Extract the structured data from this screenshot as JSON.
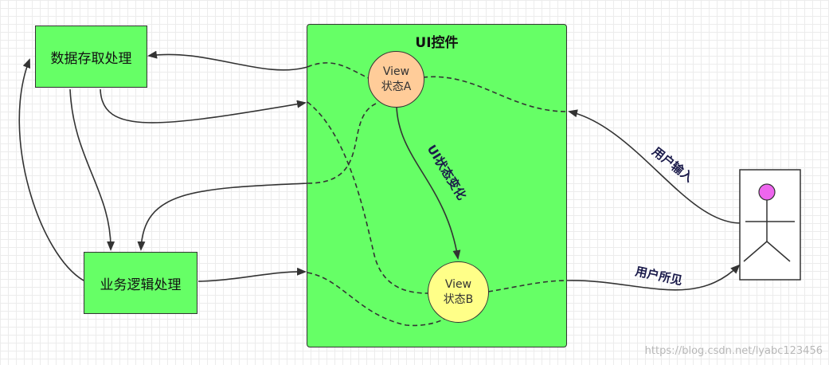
{
  "nodes": {
    "data_storage": "数据存取处理",
    "business_logic": "业务逻辑处理",
    "ui_control": "UI控件",
    "view_a": {
      "line1": "View",
      "line2": "状态A"
    },
    "view_b": {
      "line1": "View",
      "line2": "状态B"
    }
  },
  "labels": {
    "state_change": "UI状态变化",
    "user_input": "用户输入",
    "user_sees": "用户所见"
  },
  "watermark": "https://blog.csdn.net/lyabc123456",
  "colors": {
    "box_fill": "#66ff66",
    "view_a_fill": "#ffcc99",
    "view_b_fill": "#ffff88",
    "actor_head": "#ee66ee",
    "label_text": "#1a1a4a"
  }
}
